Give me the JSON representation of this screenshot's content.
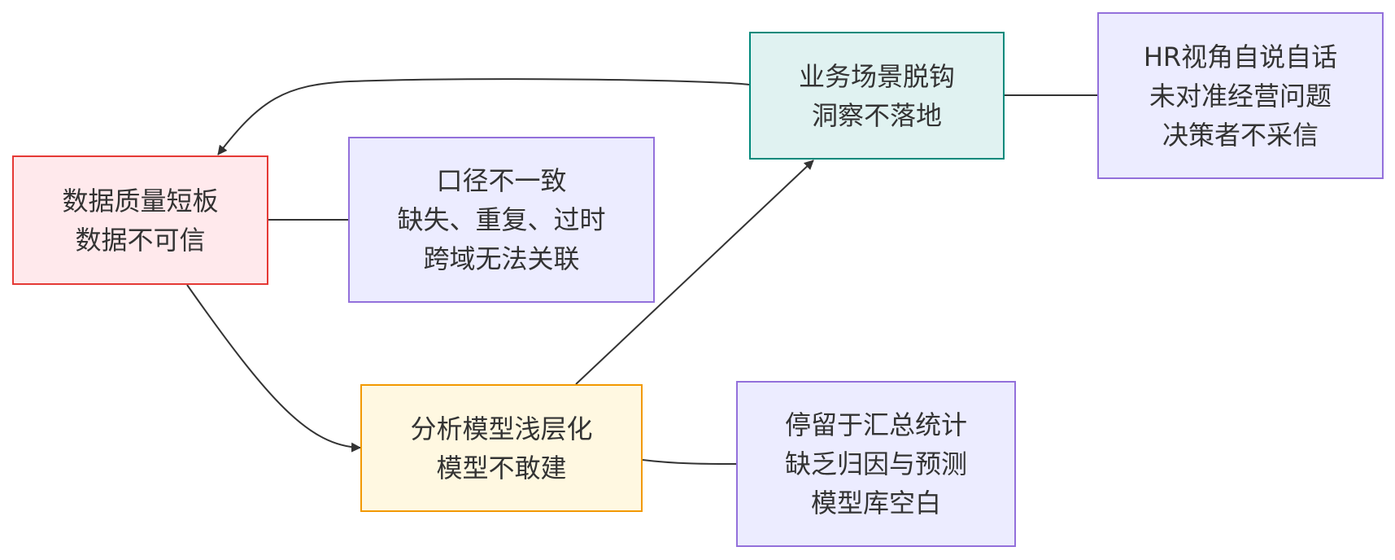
{
  "colors": {
    "problem_fill": "#FFE9EC",
    "problem_border": "#E53935",
    "model_fill": "#FFF8E1",
    "model_border": "#F29900",
    "scene_fill": "#E0F2F1",
    "scene_border": "#00897B",
    "detail_fill": "#ECECFF",
    "detail_border": "#9370DB",
    "edge": "#333333"
  },
  "nodes": {
    "data_quality": {
      "lines": [
        "数据质量短板",
        "数据不可信"
      ]
    },
    "data_quality_detail": {
      "lines": [
        "口径不一致",
        "缺失、重复、过时",
        "跨域无法关联"
      ]
    },
    "analysis_model": {
      "lines": [
        "分析模型浅层化",
        "模型不敢建"
      ]
    },
    "analysis_model_detail": {
      "lines": [
        "停留于汇总统计",
        "缺乏归因与预测",
        "模型库空白"
      ]
    },
    "business_scene": {
      "lines": [
        "业务场景脱钩",
        "洞察不落地"
      ]
    },
    "business_scene_detail": {
      "lines": [
        "HR视角自说自话",
        "未对准经营问题",
        "决策者不采信"
      ]
    }
  }
}
